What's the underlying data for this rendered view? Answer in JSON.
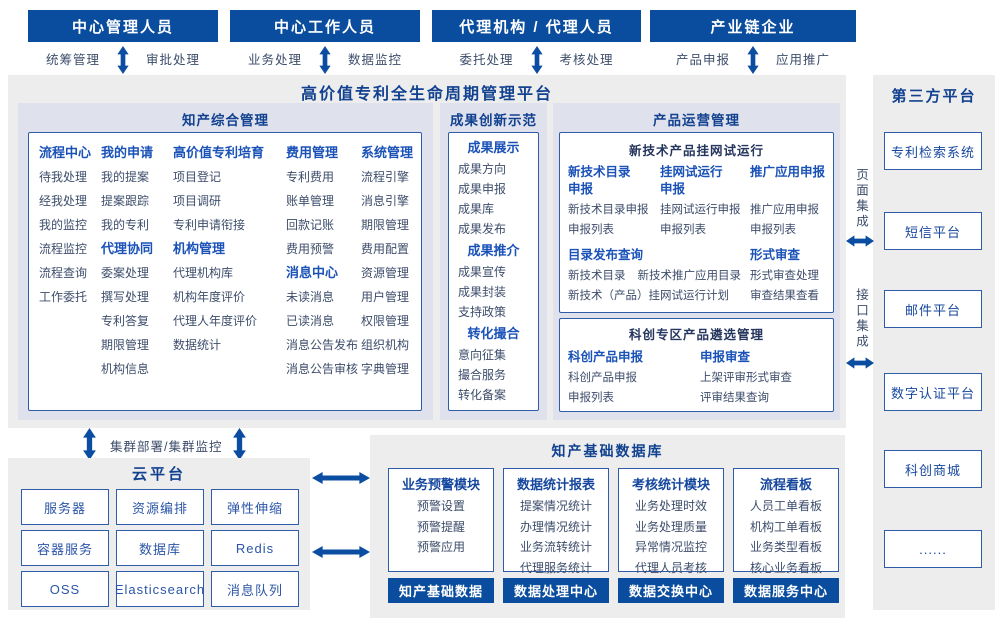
{
  "colors": {
    "accent_dark_blue": "#0a4d9e",
    "header_blue": "#1a52b8",
    "title_navy": "#11418f",
    "body_text": "#3d4d6b",
    "panel_gray": "#ededee",
    "subpanel_lavender": "#dfe1ed",
    "box_border_blue": "#2e5ca8"
  },
  "actors": [
    {
      "title": "中心管理人员",
      "left": "统筹管理",
      "right": "审批处理"
    },
    {
      "title": "中心工作人员",
      "left": "业务处理",
      "right": "数据监控"
    },
    {
      "title": "代理机构 / 代理人员",
      "left": "委托处理",
      "right": "考核处理"
    },
    {
      "title": "产业链企业",
      "left": "产品申报",
      "right": "应用推广"
    }
  ],
  "platform": {
    "title": "高价值专利全生命周期管理平台",
    "panels": {
      "zhchan": {
        "title": "知产综合管理",
        "columns": [
          {
            "sections": [
              {
                "header": "流程中心",
                "items": [
                  "待我处理",
                  "经我处理",
                  "我的监控",
                  "流程监控",
                  "流程查询",
                  "工作委托"
                ]
              }
            ]
          },
          {
            "sections": [
              {
                "header": "我的申请",
                "items": [
                  "我的提案",
                  "提案跟踪",
                  "我的专利"
                ]
              },
              {
                "header": "代理协同",
                "items": [
                  "委案处理",
                  "撰写处理",
                  "专利答复",
                  "期限管理",
                  "机构信息"
                ]
              }
            ]
          },
          {
            "sections": [
              {
                "header": "高价值专利培育",
                "items": [
                  "项目登记",
                  "项目调研",
                  "专利申请衔接"
                ]
              },
              {
                "header": "机构管理",
                "items": [
                  "代理机构库",
                  "机构年度评价",
                  "代理人年度评价",
                  "数据统计"
                ]
              }
            ]
          },
          {
            "sections": [
              {
                "header": "费用管理",
                "items": [
                  "专利费用",
                  "账单管理",
                  "回款记账",
                  "费用预警"
                ]
              },
              {
                "header": "消息中心",
                "items": [
                  "未读消息",
                  "已读消息",
                  "消息公告发布",
                  "消息公告审核"
                ]
              }
            ]
          },
          {
            "sections": [
              {
                "header": "系统管理",
                "items": [
                  "流程引擎",
                  "消息引擎",
                  "期限管理",
                  "费用配置",
                  "资源管理",
                  "用户管理",
                  "权限管理",
                  "组织机构",
                  "字典管理"
                ]
              }
            ]
          }
        ]
      },
      "chengguo": {
        "title": "成果创新示范",
        "sections": [
          {
            "header": "成果展示",
            "items": [
              "成果方向",
              "成果申报",
              "成果库",
              "成果发布"
            ]
          },
          {
            "header": "成果推介",
            "items": [
              "成果宣传",
              "成果封装",
              "支持政策"
            ]
          },
          {
            "header": "转化撮合",
            "items": [
              "意向征集",
              "撮合服务",
              "转化备案"
            ]
          }
        ]
      },
      "chanpin": {
        "title": "产品运营管理",
        "box1": {
          "title": "新技术产品挂网试运行",
          "columns": [
            {
              "header": "新技术目录申报",
              "items": [
                "新技术目录申报",
                "申报列表"
              ]
            },
            {
              "header": "挂网试运行申报",
              "items": [
                "挂网试运行申报",
                "申报列表"
              ]
            },
            {
              "header": "推广应用申报",
              "items": [
                "推广应用申报",
                "申报列表"
              ]
            }
          ],
          "catalog": {
            "header": "目录发布查询",
            "row1a": "新技术目录",
            "row1b": "新技术推广应用目录",
            "row2": "新技术（产品）挂网试运行计划"
          },
          "review": {
            "header": "形式审查",
            "items": [
              "形式审查处理",
              "审查结果查看"
            ]
          }
        },
        "box2": {
          "title": "科创专区产品遴选管理",
          "columns": [
            {
              "header": "科创产品申报",
              "items": [
                "科创产品申报",
                "申报列表"
              ]
            },
            {
              "header": "申报审查",
              "items": [
                "上架评审形式审查",
                "评审结果查询"
              ]
            }
          ]
        }
      }
    }
  },
  "third_party": {
    "title": "第三方平台",
    "items": [
      "专利检索系统",
      "短信平台",
      "邮件平台",
      "数字认证平台",
      "科创商城",
      "......"
    ]
  },
  "integration": {
    "page": "页面集成",
    "interface": "接口集成"
  },
  "cluster_label": "集群部署/集群监控",
  "cloud": {
    "title": "云平台",
    "items": [
      "服务器",
      "资源编排",
      "弹性伸缩",
      "容器服务",
      "数据库",
      "Redis",
      "OSS",
      "Elasticsearch",
      "消息队列"
    ]
  },
  "database": {
    "title": "知产基础数据库",
    "modules": [
      {
        "header": "业务预警模块",
        "items": [
          "预警设置",
          "预警提醒",
          "预警应用"
        ],
        "footer": "知产基础数据"
      },
      {
        "header": "数据统计报表",
        "items": [
          "提案情况统计",
          "办理情况统计",
          "业务流转统计",
          "代理服务统计"
        ],
        "footer": "数据处理中心"
      },
      {
        "header": "考核统计模块",
        "items": [
          "业务处理时效",
          "业务处理质量",
          "异常情况监控",
          "代理人员考核"
        ],
        "footer": "数据交换中心"
      },
      {
        "header": "流程看板",
        "items": [
          "人员工单看板",
          "机构工单看板",
          "业务类型看板",
          "核心业务看板"
        ],
        "footer": "数据服务中心"
      }
    ]
  }
}
